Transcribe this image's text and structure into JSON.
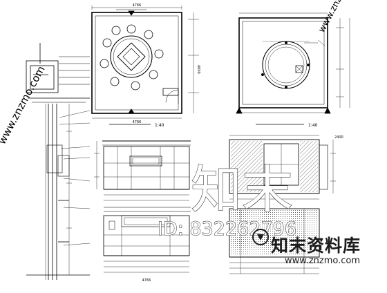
{
  "drawing": {
    "dim_width_top": "4766",
    "dim_width_bottom": "4766",
    "dim_height_right": "4000",
    "scale_left": "1:40",
    "scale_right": "1:40",
    "dim_right_small": "2400",
    "dim_elev_bottom": "4766"
  },
  "watermark": {
    "large_cn": "知末",
    "id_mark": "ID: 832262796",
    "side_url": "www.znzmo.com",
    "brand_cn": "知末资料库",
    "brand_url": "www.znzmo.com"
  }
}
